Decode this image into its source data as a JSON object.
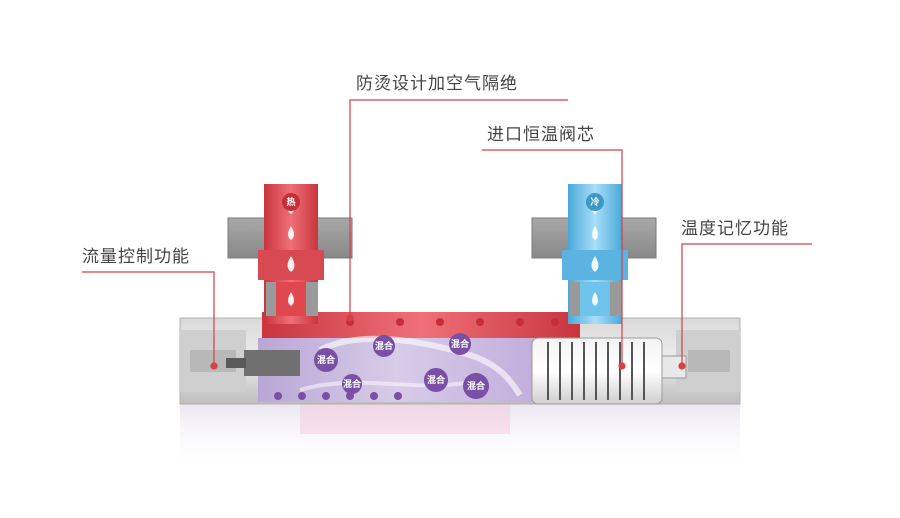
{
  "callouts": {
    "anti_scald": "防烫设计加空气隔绝",
    "valve_core": "进口恒温阀芯",
    "temp_memory": "温度记忆功能",
    "flow_control": "流量控制功能"
  },
  "bubbles": {
    "mix": "混合",
    "hot": "热",
    "cold": "冷"
  },
  "colors": {
    "hot": "#e0474f",
    "cold": "#6ec3ea",
    "mix": "#7a4fa6",
    "body": "#c9c9c9",
    "leader": "#d64046"
  }
}
